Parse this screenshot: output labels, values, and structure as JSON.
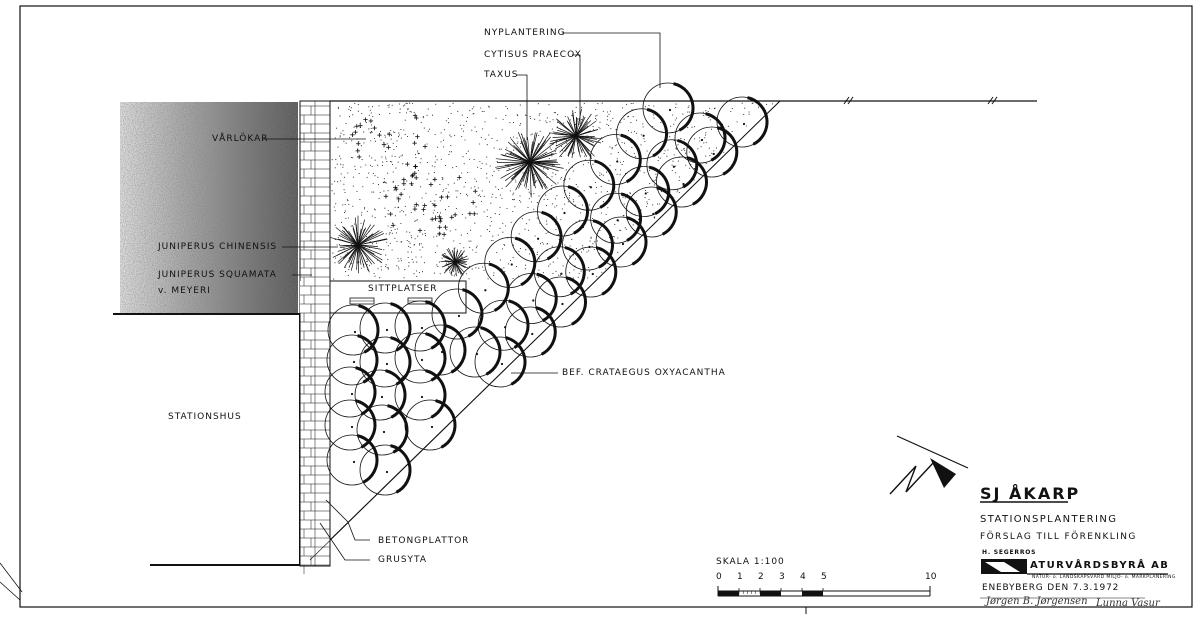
{
  "labels": {
    "nyplantering": "NYPLANTERING",
    "cytisus": "CYTISUS PRAECOX",
    "taxus": "TAXUS",
    "varlokar": "VÅRLÖKAR",
    "juniperus_chinensis": "JUNIPERUS CHINENSIS",
    "juniperus_squamata": "JUNIPERUS SQUAMATA",
    "meyeri": "v. MEYERI",
    "sittplatser": "SITTPLATSER",
    "stationshus": "STATIONSHUS",
    "crataegus": "BEF. CRATAEGUS OXYACANTHA",
    "betongplattor": "BETONGPLATTOR",
    "grusyta": "GRUSYTA"
  },
  "scale": {
    "title": "SKALA 1:100",
    "ticks": [
      "0",
      "1",
      "2",
      "3",
      "4",
      "5",
      "10"
    ]
  },
  "title_block": {
    "project": "SJ ÅKARP",
    "subtitle": "STATIONSPLANTERING",
    "subtitle2": "FÖRSLAG TILL FÖRENKLING",
    "firm_small": "H. SEGERROS",
    "firm": "ATURVÅRDSBYRÅ AB",
    "firm_sub": "NATUR- o. LANDSKAPSVÅRD   MILJÖ- o. MARKPLANERING",
    "place_date": "ENEBYBERG DEN  7.3.1972",
    "signature1": "Jørgen B. Jørgensen",
    "signature2": "Lunna Vasur"
  },
  "colors": {
    "ink": "#111111",
    "shade": "#5a5a5a",
    "paper": "#ffffff"
  }
}
